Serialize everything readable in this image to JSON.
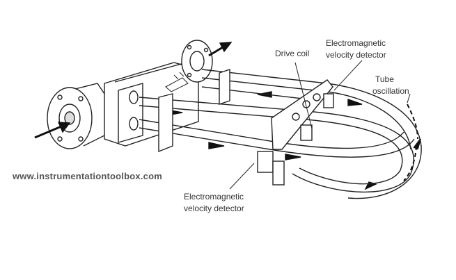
{
  "diagram": {
    "labels": {
      "drive_coil": "Drive coil",
      "top_detector_line1": "Electromagnetic",
      "top_detector_line2": "velocity detector",
      "tube_oscillation_line1": "Tube",
      "tube_oscillation_line2": "oscillation",
      "bottom_detector_line1": "Electromagnetic",
      "bottom_detector_line2": "velocity detector"
    },
    "watermark": "www.instrumentationtoolbox.com"
  }
}
